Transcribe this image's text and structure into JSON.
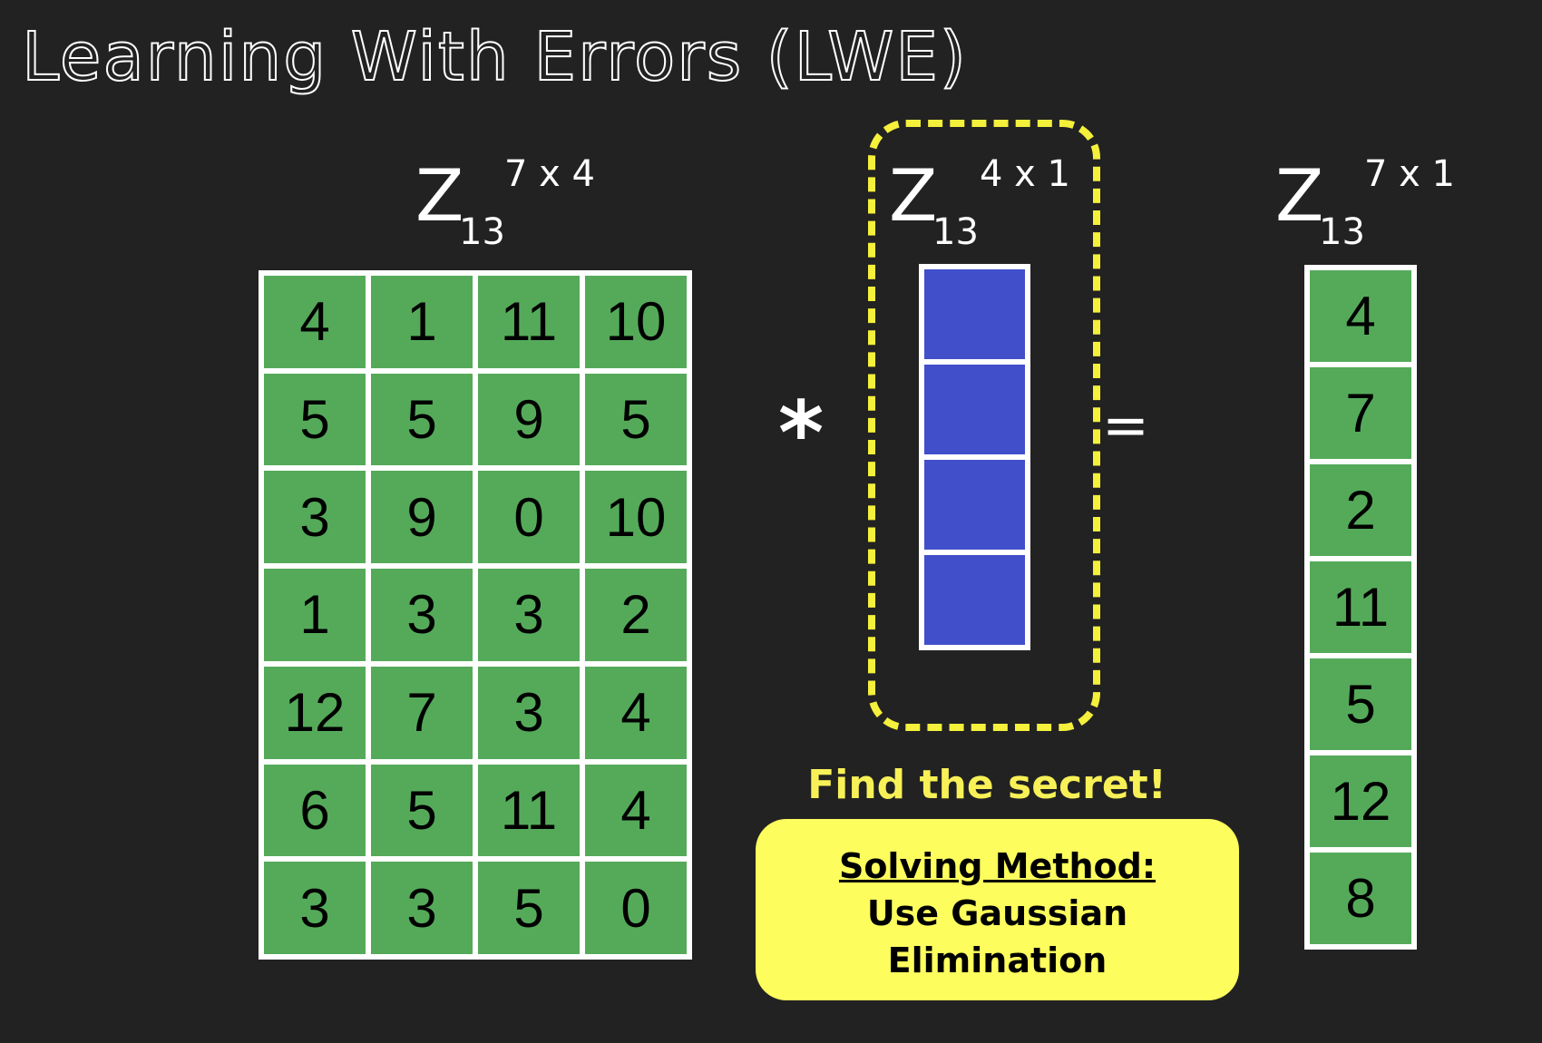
{
  "title": "Learning With Errors (LWE)",
  "labels": {
    "A": {
      "z": "Z",
      "sub": "13",
      "sup": "7 x 4"
    },
    "s": {
      "z": "Z",
      "sub": "13",
      "sup": "4 x 1"
    },
    "b": {
      "z": "Z",
      "sub": "13",
      "sup": "7 x 1"
    }
  },
  "operators": {
    "multiply": "*",
    "equals": "="
  },
  "matrix_A": [
    [
      4,
      1,
      11,
      10
    ],
    [
      5,
      5,
      9,
      5
    ],
    [
      3,
      9,
      0,
      10
    ],
    [
      1,
      3,
      3,
      2
    ],
    [
      12,
      7,
      3,
      4
    ],
    [
      6,
      5,
      11,
      4
    ],
    [
      3,
      3,
      5,
      0
    ]
  ],
  "vector_b": [
    4,
    7,
    2,
    11,
    5,
    12,
    8
  ],
  "secret_size": 4,
  "find_text": "Find the secret!",
  "method": {
    "heading": "Solving Method:",
    "lines": [
      "Use Gaussian",
      "Elimination"
    ]
  },
  "colors": {
    "background": "#222222",
    "matrix_cell": "#55aa5a",
    "secret_cell": "#414fca",
    "highlight": "#f4f03c",
    "method_box": "#fdfd5e"
  }
}
